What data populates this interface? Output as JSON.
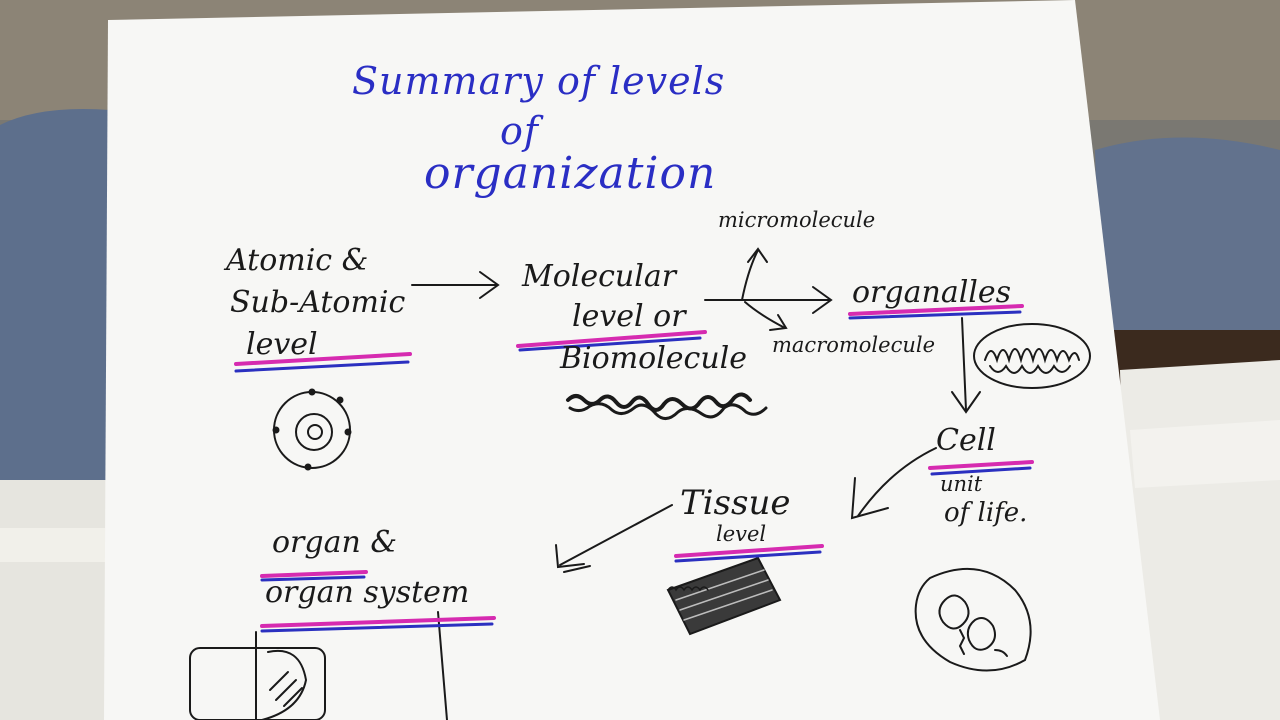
{
  "title": {
    "line1": "Summary of levels",
    "line2": "of",
    "line3": "organization"
  },
  "levels": {
    "atomic": {
      "line1": "Atomic &",
      "line2": "Sub-Atomic",
      "line3": "level"
    },
    "molecular": {
      "line1": "Molecular",
      "line2": "level or",
      "line3": "Biomolecule"
    },
    "organelles": {
      "label": "organalles"
    },
    "cell": {
      "label": "Cell",
      "sub1": "unit",
      "sub2": "of life."
    },
    "tissue": {
      "label": "Tissue",
      "sub": "level"
    },
    "organ": {
      "line1": "organ &",
      "line2": "organ system"
    }
  },
  "branches": {
    "micro": "micromolecule",
    "macro": "macromolecule"
  },
  "colors": {
    "title_ink": "#2a2ec4",
    "pen_ink": "#1a1a1a",
    "highlight_pink": "#d62bb0",
    "underline_blue": "#2b30c0",
    "paper": "#f7f7f5"
  }
}
